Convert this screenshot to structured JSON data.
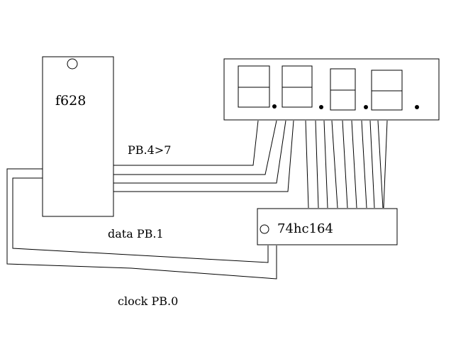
{
  "mcu": {
    "label": "f628"
  },
  "shift_register": {
    "label": "74hc164"
  },
  "display": {
    "digit_count": 4,
    "decimal_points": 4
  },
  "wires": {
    "digit_select_label": "PB.4>7",
    "data_label": "data PB.1",
    "clock_label": "clock PB.0"
  },
  "colors": {
    "ink": "#000000",
    "background": "#ffffff"
  }
}
